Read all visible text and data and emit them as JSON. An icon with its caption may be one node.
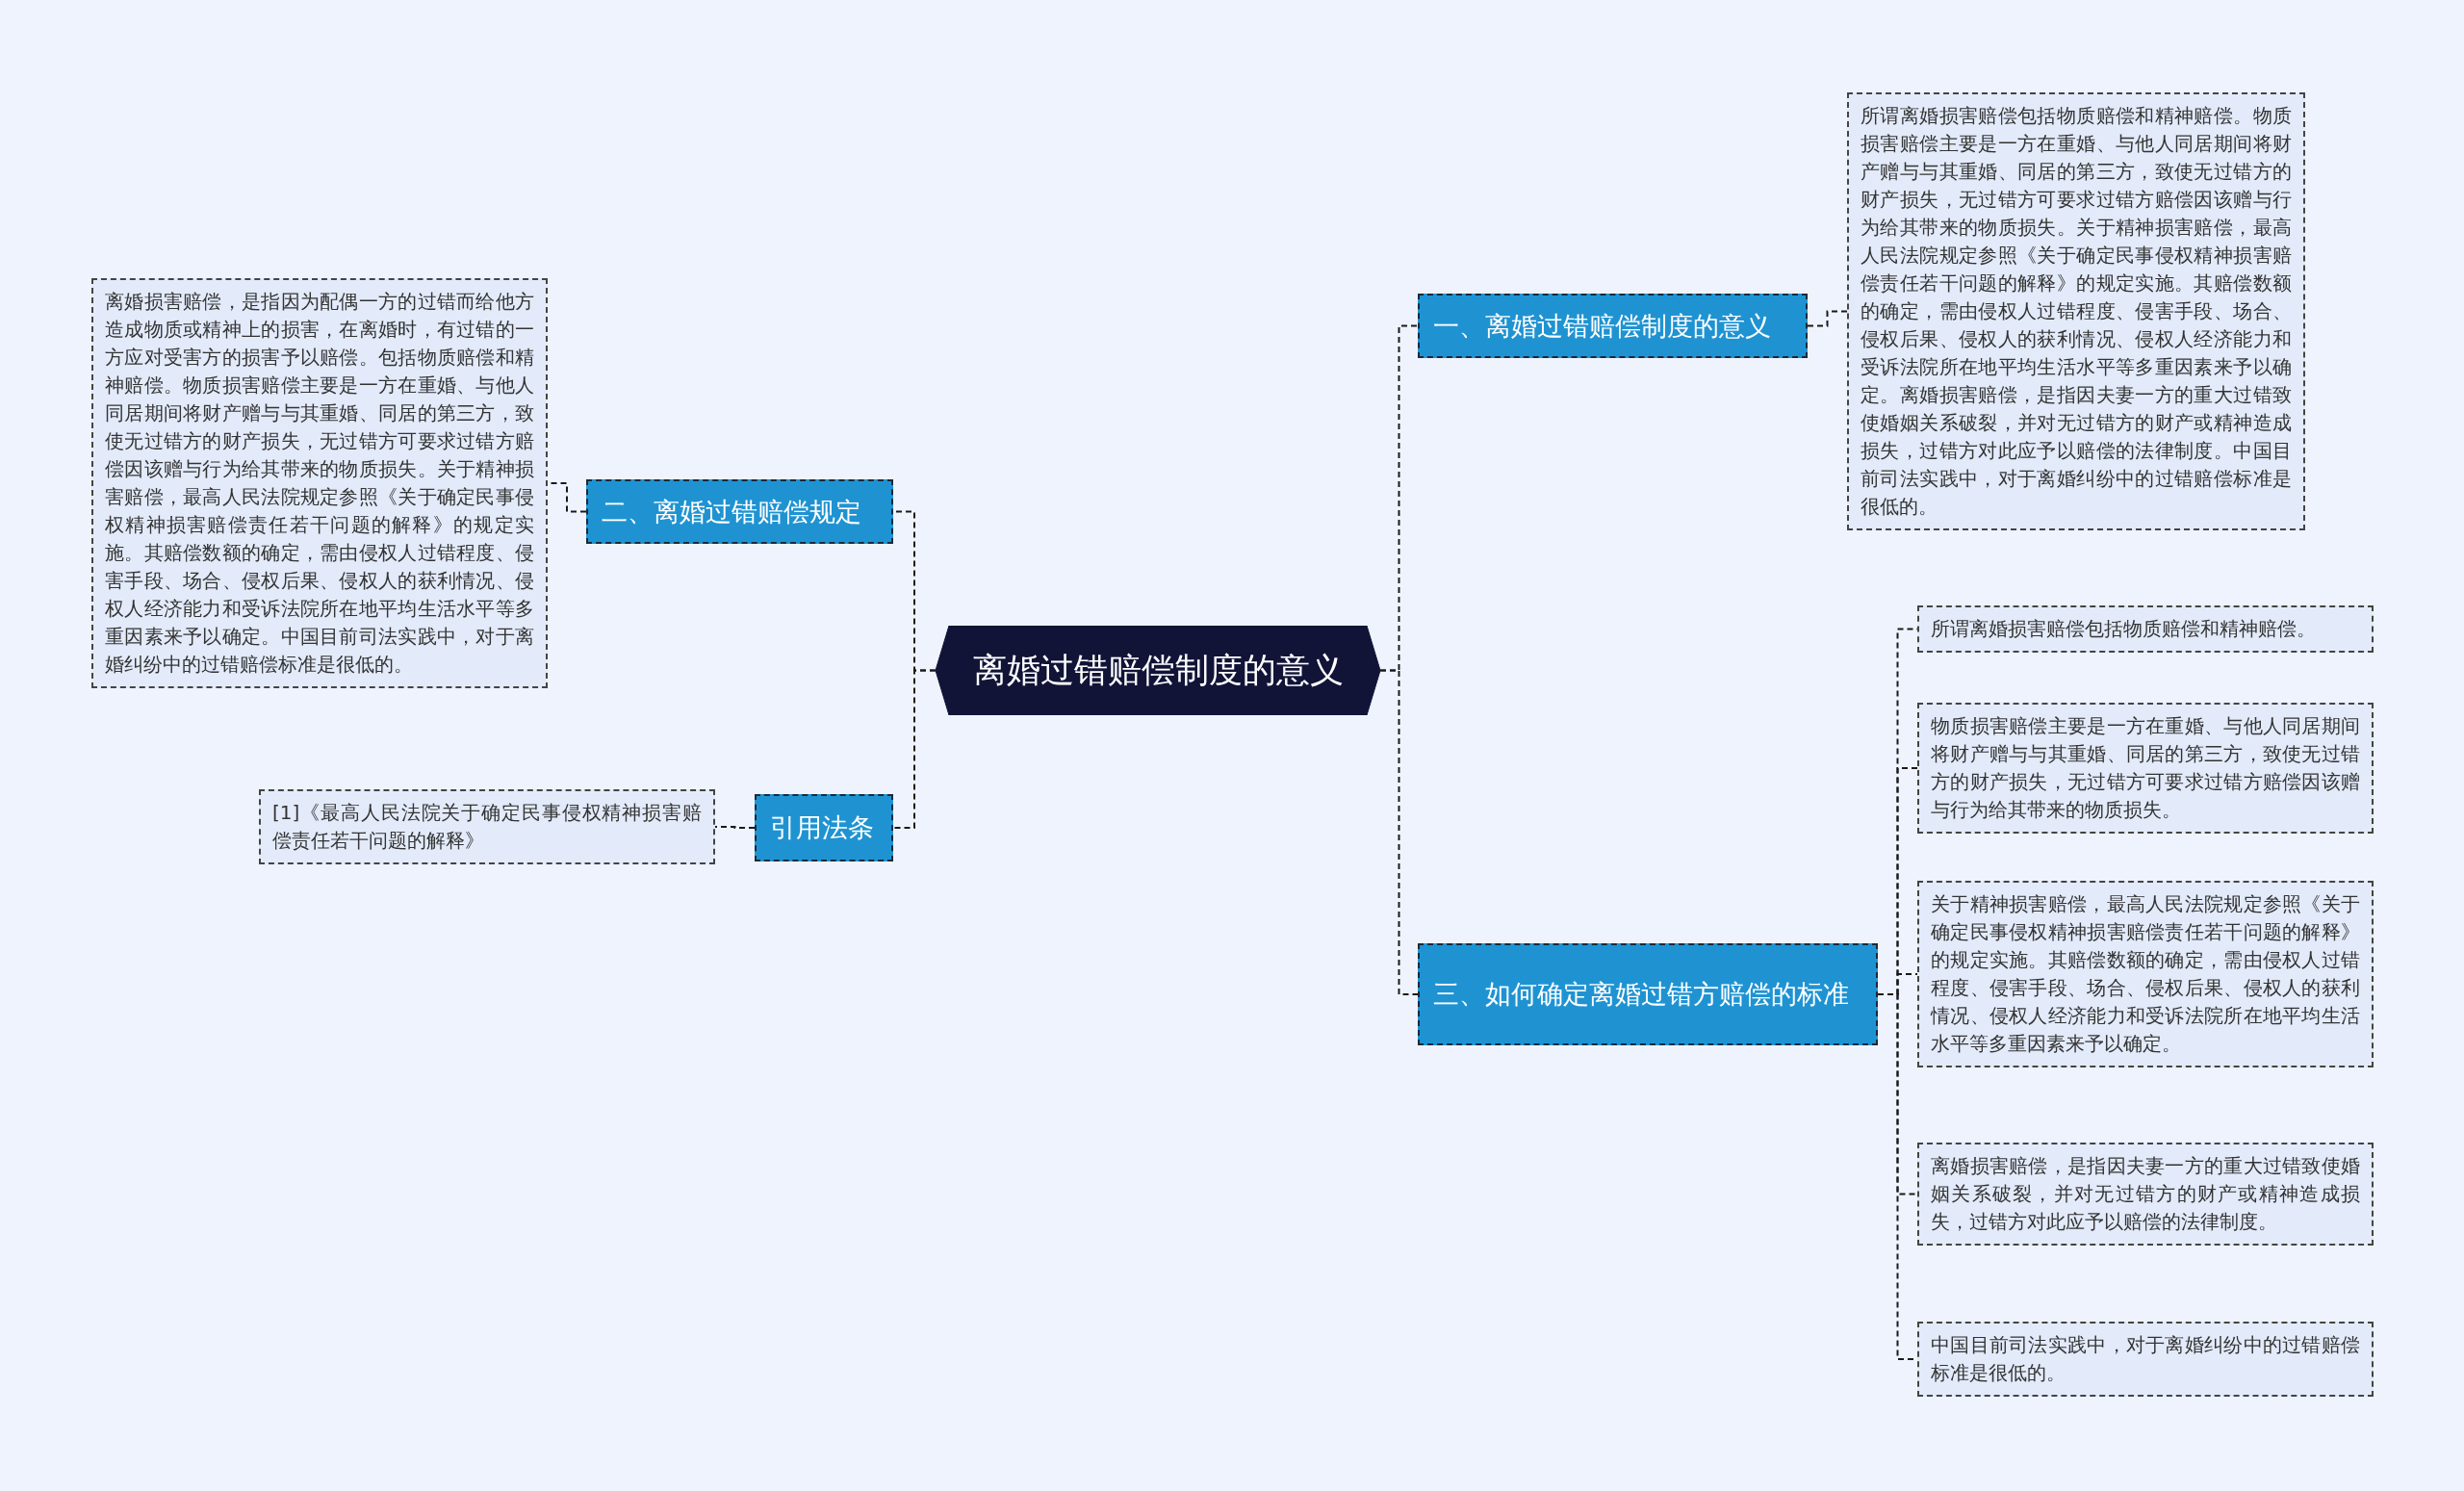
{
  "diagram": {
    "nodes": [
      {
        "text": [
          "离婚过错赔偿制度的意义"
        ]
      },
      {
        "text": [
          "一、离婚过错赔偿制度的意义"
        ]
      },
      {
        "text": [
          "所谓离婚损害赔偿包括物质赔偿和精神赔偿。物质损害赔偿主要是一方在重婚、与他人同居期间将财产赠与与其重婚、同居的第三方，致使无过错方的财产损失，无过错方可要求过错方赔偿因该赠与行为给其带来的物质损失。关于精神损害赔偿，最高人民法院规定参照《关于确定民事侵权精神损害赔偿责任若干问题的解释》的规定实施。其赔偿数额的确定，需由侵权人过错程度、侵害手段、场合、侵权后果、侵权人的获利情况、侵权人经济能力和受诉法院所在地平均生活水平等多重因素来予以确定。离婚损害赔偿，是指因夫妻一方的重大过错致使婚姻关系破裂，并对无过错方的财产或精神造成损失，过错方对此应予以赔偿的法律制度。中国目前司法实践中，对于离婚纠纷中的过错赔偿标准是很低的。"
        ]
      },
      {
        "text": [
          "二、离婚过错赔偿规定"
        ]
      },
      {
        "text": [
          "离婚损害赔偿，是指因为配偶一方的过错而给他方造成物质或精神上的损害，在离婚时，有过错的一方应对受害方的损害予以赔偿。包括物质赔偿和精神赔偿。物质损害赔偿主要是一方在重婚、与他人同居期间将财产赠与与其重婚、同居的第三方，致使无过错方的财产损失，无过错方可要求过错方赔偿因该赠与行为给其带来的物质损失。关于精神损害赔偿，最高人民法院规定参照《关于确定民事侵权精神损害赔偿责任若干问题的解释》的规定实施。其赔偿数额的确定，需由侵权人过错程度、侵害手段、场合、侵权后果、侵权人的获利情况、侵权人经济能力和受诉法院所在地平均生活水平等多重因素来予以确定。中国目前司法实践中，对于离婚纠纷中的过错赔偿标准是很低的。"
        ]
      },
      {
        "text": [
          "三、如何确定离婚过错方赔偿的标准"
        ]
      },
      {
        "text": [
          "所谓离婚损害赔偿包括物质赔偿和精神赔偿。"
        ]
      },
      {
        "text": [
          "物质损害赔偿主要是一方在重婚、与他人同居期间将财产赠与与其重婚、同居的第三方，致使无过错方的财产损失，无过错方可要求过错方赔偿因该赠与行为给其带来的物质损失。"
        ]
      },
      {
        "text": [
          "关于精神损害赔偿，最高人民法院规定参照《关于确定民事侵权精神损害赔偿责任若干问题的解释》的规定实施。其赔偿数额的确定，需由侵权人过错程度、侵害手段、场合、侵权后果、侵权人的获利情况、侵权人经济能力和受诉法院所在地平均生活水平等多重因素来予以确定。"
        ]
      },
      {
        "text": [
          "离婚损害赔偿，是指因夫妻一方的重大过错致使婚姻关系破裂，并对无过错方的财产或精神造成损失，过错方对此应予以赔偿的法律制度。"
        ]
      },
      {
        "text": [
          "中国目前司法实践中，对于离婚纠纷中的过错赔偿标准是很低的。"
        ]
      },
      {
        "text": [
          "引用法条"
        ]
      },
      {
        "text": [
          "[1]《最高人民法院关于确定民事侵权精神损害赔偿责任若干问题的解释》"
        ]
      }
    ],
    "edges": [
      {
        "from": 0,
        "to": 1,
        "arrow": "none"
      },
      {
        "from": 1,
        "to": 2,
        "arrow": "none"
      },
      {
        "from": 0,
        "to": 3,
        "arrow": "none"
      },
      {
        "from": 3,
        "to": 4,
        "arrow": "none"
      },
      {
        "from": 0,
        "to": 5,
        "arrow": "none"
      },
      {
        "from": 5,
        "to": 6,
        "arrow": "none"
      },
      {
        "from": 5,
        "to": 7,
        "arrow": "none"
      },
      {
        "from": 5,
        "to": 8,
        "arrow": "none"
      },
      {
        "from": 5,
        "to": 9,
        "arrow": "none"
      },
      {
        "from": 5,
        "to": 10,
        "arrow": "none"
      },
      {
        "from": 0,
        "to": 11,
        "arrow": "none"
      },
      {
        "from": 11,
        "to": 12,
        "arrow": "none"
      }
    ]
  }
}
